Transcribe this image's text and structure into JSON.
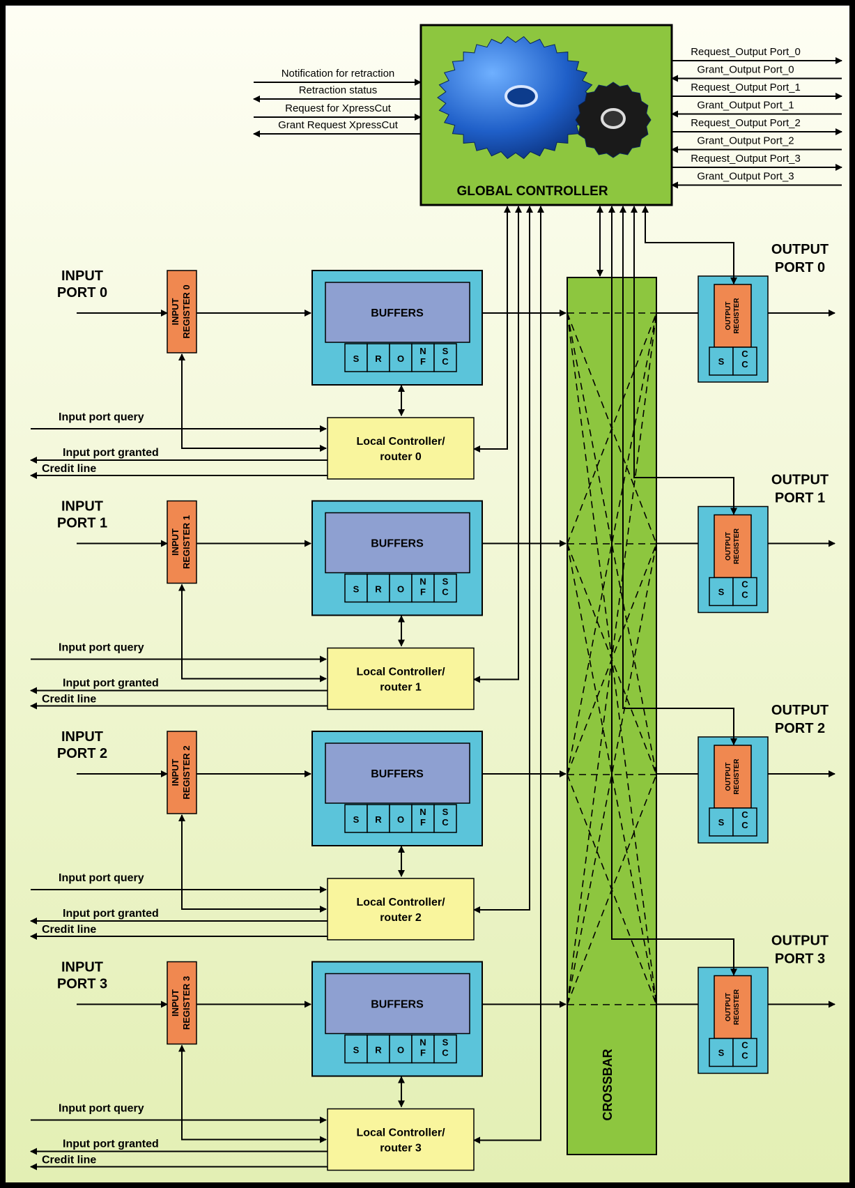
{
  "global_controller": {
    "title": "GLOBAL CONTROLLER",
    "left_signals": [
      "Notification for retraction",
      "Retraction status",
      "Request for XpressCut",
      "Grant Request XpressCut"
    ],
    "right_signals": [
      "Request_Output Port_0",
      "Grant_Output Port_0",
      "Request_Output Port_1",
      "Grant_Output Port_1",
      "Request_Output Port_2",
      "Grant_Output Port_2",
      "Request_Output Port_3",
      "Grant_Output Port_3"
    ]
  },
  "crossbar": {
    "label": "CROSSBAR"
  },
  "input_ports": [
    {
      "port_label": [
        "INPUT",
        "PORT 0"
      ],
      "register_label": [
        "INPUT",
        "REGISTER 0"
      ],
      "buffers_label": "BUFFERS",
      "buffer_cells": [
        "S",
        "R",
        "O",
        "N F",
        "S C"
      ],
      "controller_label": [
        "Local Controller/",
        "router 0"
      ],
      "query_label": "Input port query",
      "granted_label": "Input port granted",
      "credit_label": "Credit line"
    },
    {
      "port_label": [
        "INPUT",
        "PORT 1"
      ],
      "register_label": [
        "INPUT",
        "REGISTER 1"
      ],
      "buffers_label": "BUFFERS",
      "buffer_cells": [
        "S",
        "R",
        "O",
        "N F",
        "S C"
      ],
      "controller_label": [
        "Local Controller/",
        "router 1"
      ],
      "query_label": "Input port query",
      "granted_label": "Input port granted",
      "credit_label": "Credit line"
    },
    {
      "port_label": [
        "INPUT",
        "PORT 2"
      ],
      "register_label": [
        "INPUT",
        "REGISTER 2"
      ],
      "buffers_label": "BUFFERS",
      "buffer_cells": [
        "S",
        "R",
        "O",
        "N F",
        "S C"
      ],
      "controller_label": [
        "Local Controller/",
        "router 2"
      ],
      "query_label": "Input port query",
      "granted_label": "Input port granted",
      "credit_label": "Credit line"
    },
    {
      "port_label": [
        "INPUT",
        "PORT 3"
      ],
      "register_label": [
        "INPUT",
        "REGISTER 3"
      ],
      "buffers_label": "BUFFERS",
      "buffer_cells": [
        "S",
        "R",
        "O",
        "N F",
        "S C"
      ],
      "controller_label": [
        "Local Controller/",
        "router 3"
      ],
      "query_label": "Input port query",
      "granted_label": "Input port granted",
      "credit_label": "Credit line"
    }
  ],
  "output_ports": [
    {
      "port_label": [
        "OUTPUT",
        "PORT 0"
      ],
      "register_label": [
        "OUTPUT",
        "REGISTER"
      ],
      "cells": [
        "S",
        "C C"
      ]
    },
    {
      "port_label": [
        "OUTPUT",
        "PORT 1"
      ],
      "register_label": [
        "OUTPUT",
        "REGISTER"
      ],
      "cells": [
        "S",
        "C C"
      ]
    },
    {
      "port_label": [
        "OUTPUT",
        "PORT 2"
      ],
      "register_label": [
        "OUTPUT",
        "REGISTER"
      ],
      "cells": [
        "S",
        "C C"
      ]
    },
    {
      "port_label": [
        "OUTPUT",
        "PORT 3"
      ],
      "register_label": [
        "OUTPUT",
        "REGISTER"
      ],
      "cells": [
        "S",
        "C C"
      ]
    }
  ],
  "colors": {
    "background_top": "#fefef4",
    "background_bottom": "#e3efb4",
    "green": "#8dc63f",
    "cyan": "#5bc4da",
    "purple": "#8ea0d1",
    "orange": "#f08850",
    "yellow": "#f9f59d"
  }
}
